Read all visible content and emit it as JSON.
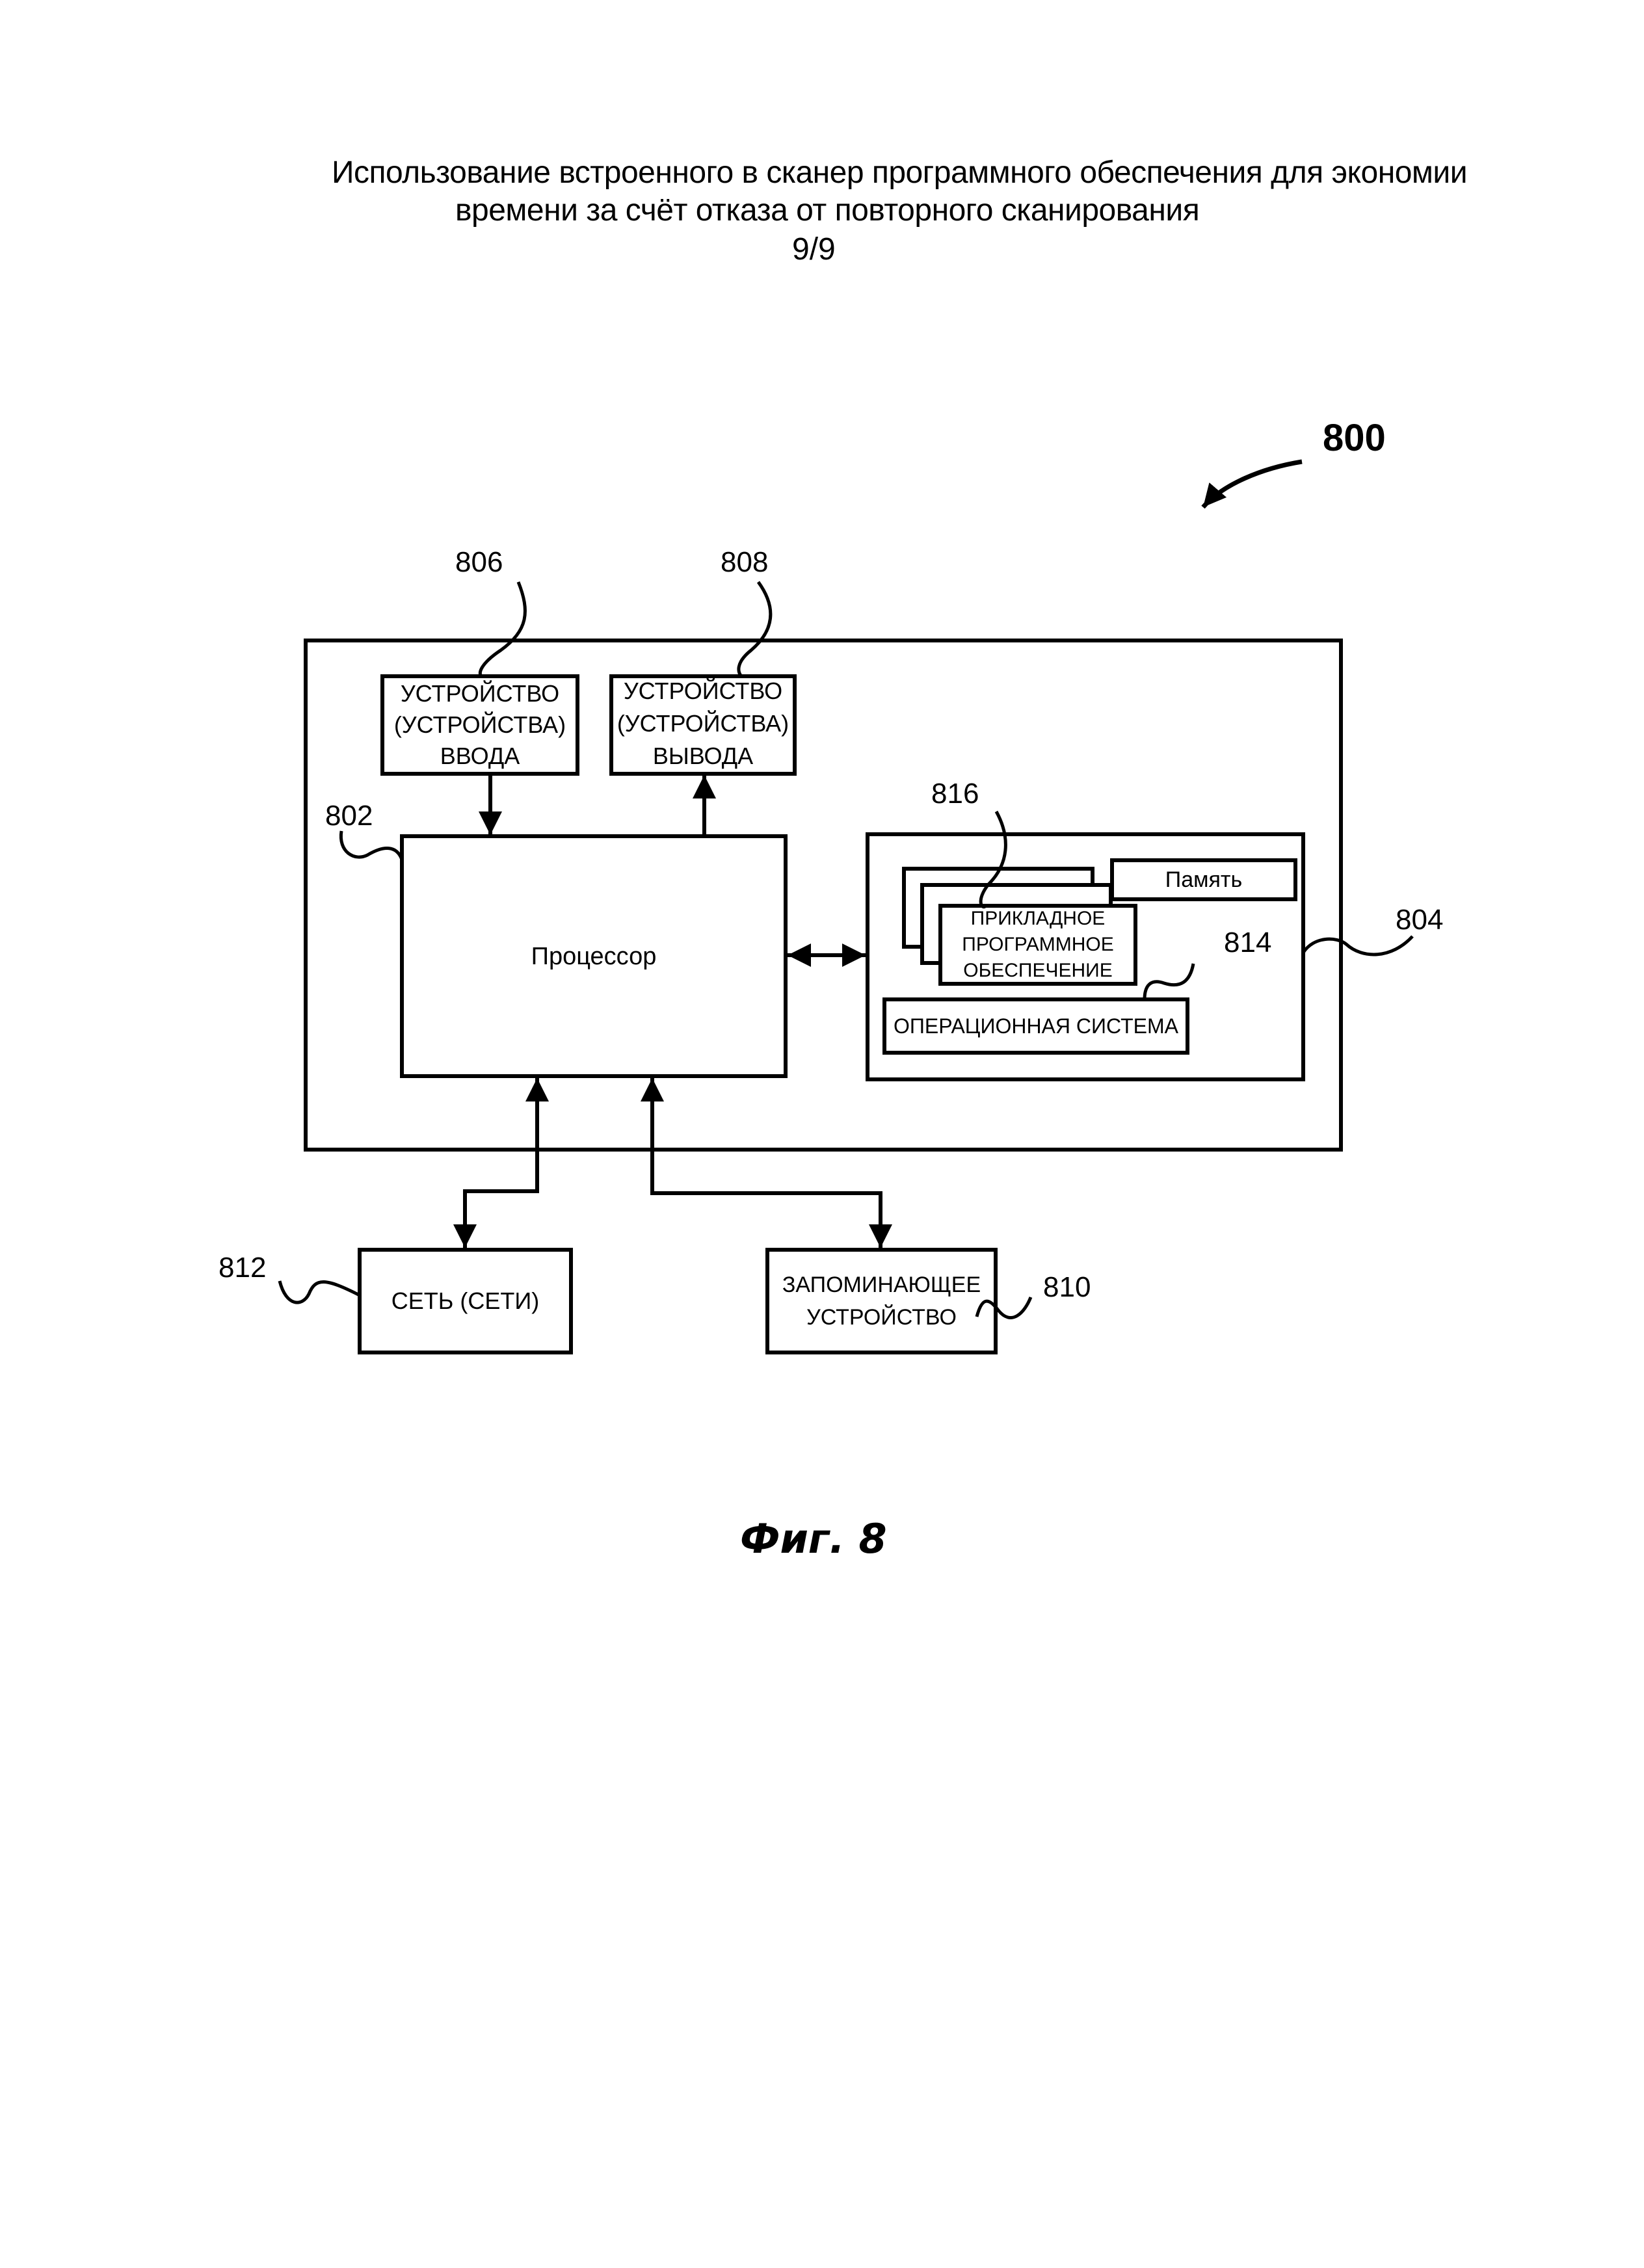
{
  "header": {
    "title_line1": "Использование встроенного в сканер программного обеспечения для экономии",
    "title_line2": "времени за счёт отказа от повторного сканирования",
    "page": "9/9"
  },
  "figure": {
    "ref": "800",
    "caption": "Фиг. 8",
    "blocks": {
      "input_device": {
        "ref": "806",
        "lines": [
          "УСТРОЙСТВО",
          "(УСТРОЙСТВА)",
          "ВВОДА"
        ]
      },
      "output_device": {
        "ref": "808",
        "lines": [
          "УСТРОЙСТВО",
          "(УСТРОЙСТВА)",
          "ВЫВОДА"
        ]
      },
      "processor": {
        "ref": "802",
        "label": "Процессор"
      },
      "memory": {
        "ref": "804",
        "label": "Память"
      },
      "application_software": {
        "ref": "816",
        "lines": [
          "ПРИКЛАДНОЕ",
          "ПРОГРАММНОЕ",
          "ОБЕСПЕЧЕНИЕ"
        ]
      },
      "operating_system": {
        "ref": "814",
        "label": "ОПЕРАЦИОННАЯ СИСТЕМА"
      },
      "network": {
        "ref": "812",
        "label": "СЕТЬ (СЕТИ)"
      },
      "storage_device": {
        "ref": "810",
        "lines": [
          "ЗАПОМИНАЮЩЕЕ",
          "УСТРОЙСТВО"
        ]
      }
    }
  }
}
